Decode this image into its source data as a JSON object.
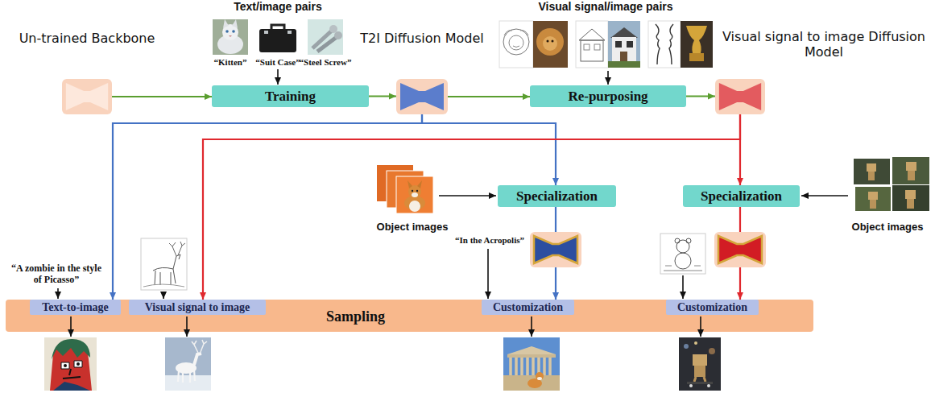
{
  "diagram": {
    "nodes": [
      {
        "text": [
          "Un-trained Backbone"
        ]
      },
      {
        "text": [
          "Training"
        ]
      },
      {
        "text": [
          "T2I Diffusion Model"
        ]
      },
      {
        "text": [
          "Re-purposing"
        ]
      },
      {
        "text": [
          "Visual signal to image Diffusion Model"
        ]
      },
      {
        "text": [
          "Specialization"
        ]
      },
      {
        "text": [
          "Specialization"
        ]
      },
      {
        "text": [
          "Sampling"
        ]
      },
      {
        "text": [
          "Text-to-image"
        ],
        "in": 7
      },
      {
        "text": [
          "Visual signal to image"
        ],
        "in": 7
      },
      {
        "text": [
          "Customization"
        ],
        "in": 7
      },
      {
        "text": [
          "Customization"
        ],
        "in": 7
      }
    ],
    "edges": [
      {
        "from": 0,
        "to": 1,
        "arrow": "to"
      },
      {
        "from": 1,
        "to": 2,
        "arrow": "to"
      },
      {
        "from": 2,
        "to": 3,
        "arrow": "to"
      },
      {
        "from": 3,
        "to": 4,
        "arrow": "to"
      },
      {
        "from": 2,
        "to": 8,
        "arrow": "to"
      },
      {
        "from": 2,
        "to": 5,
        "arrow": "to"
      },
      {
        "from": 4,
        "to": 9,
        "arrow": "to"
      },
      {
        "from": 4,
        "to": 6,
        "arrow": "to"
      },
      {
        "from": 5,
        "to": 10,
        "arrow": "to"
      },
      {
        "from": 6,
        "to": 11,
        "arrow": "to"
      }
    ],
    "labels": [
      "Text/image pairs",
      "“Kitten”",
      "“Suit Case”",
      "“Steel Screw”",
      "Visual signal/image pairs",
      "“A zombie in the style of Picasso”",
      "Object images",
      "“In the Acropolis”",
      "Object images"
    ]
  }
}
